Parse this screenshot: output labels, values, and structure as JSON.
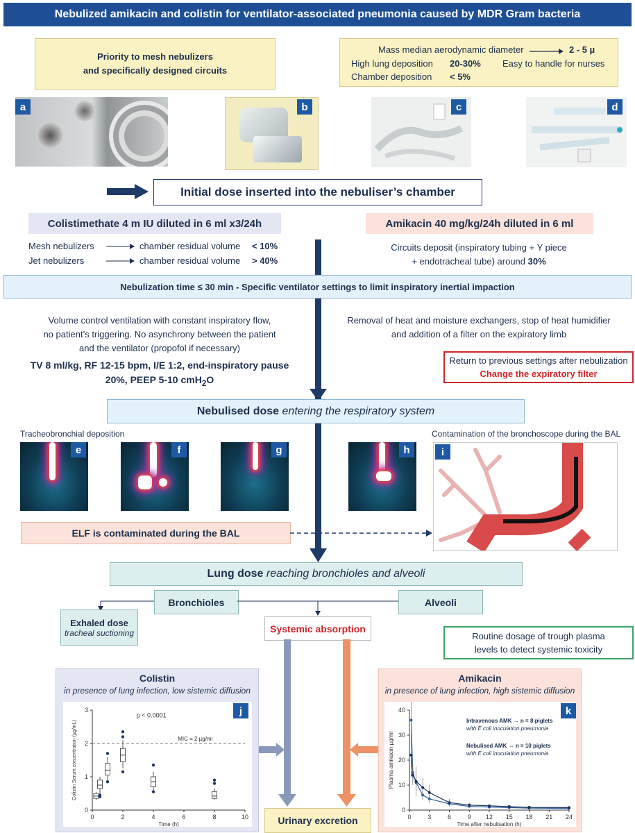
{
  "title": "Nebulized amikacin and colistin for ventilator-associated pneumonia caused by MDR Gram bacteria",
  "priority": {
    "line1": "Priority to mesh nebulizers",
    "line2": "and specifically designed circuits"
  },
  "aero": {
    "mmad_label": "Mass median aerodynamic diameter",
    "mmad_value": "2 - 5 µ",
    "lung_label": "High lung deposition",
    "lung_value": "20-30%",
    "easy": "Easy to handle for nurses",
    "chamber_label": "Chamber deposition",
    "chamber_value": "< 5%"
  },
  "photo_tags": [
    "a",
    "b",
    "c",
    "d"
  ],
  "initial_dose": "Initial dose inserted into the nebuliser’s chamber",
  "colisti": "Colistimethate 4 m IU diluted in 6 ml x3/24h",
  "amikacin_dose": "Amikacin 40 mg/kg/24h diluted in 6 ml",
  "mesh": {
    "label": "Mesh nebulizers",
    "desc": "chamber residual volume",
    "value": "< 10%"
  },
  "jet": {
    "label": "Jet nebulizers",
    "desc": "chamber residual volume",
    "value": "> 40%"
  },
  "circuits": {
    "line1": "Circuits deposit (inspiratory tubing + Y piece",
    "line2_pre": "+ endotracheal tube) around ",
    "line2_value": "30%"
  },
  "neb_time": "Nebulization time ≤ 30 min - Specific ventilator settings to limit inspiratory inertial impaction",
  "volume_control": {
    "line1": "Volume control ventilation with constant inspiratory flow,",
    "line2": "no patient’s triggering. No asynchrony between the patient",
    "line3": "and the ventilator (propofol if necessary)"
  },
  "settings": {
    "line1": "TV 8 ml/kg, RF 12-15 bpm, I/E 1:2, end-inspiratory pause",
    "line2_pre": "20%, PEEP 5-10 cmH",
    "sub": "2",
    "line2_post": "O"
  },
  "removal": {
    "line1": "Removal of heat and moisture exchangers, stop of heat humidifier",
    "line2": "and addition of a filter on the expiratory limb"
  },
  "return_settings": {
    "line1": "Return to previous settings after nebulization",
    "line2": "Change the expiratory filter"
  },
  "nebulised_dose": {
    "bold": "Nebulised dose",
    "italic": "entering the respiratory system"
  },
  "tracheo": "Tracheobronchial deposition",
  "contamination": "Contamination of the bronchoscope during the BAL",
  "scan_tags": [
    "e",
    "f",
    "g",
    "h",
    "i"
  ],
  "elf": "ELF is contaminated during the BAL",
  "lung_dose": {
    "bold": "Lung dose",
    "italic": "reaching bronchioles and alveoli"
  },
  "bronchioles": "Bronchioles",
  "alveoli": "Alveoli",
  "exhaled": {
    "title": "Exhaled dose",
    "sub": "tracheal suctioning"
  },
  "systemic": "Systemic absorption",
  "routine": {
    "line1": "Routine dosage of trough plasma",
    "line2": "levels to detect systemic toxicity"
  },
  "urinary": "Urinary excretion",
  "colistin_panel": {
    "title": "Colistin",
    "sub": "in presence of lung infection, low sistemic diffusion",
    "tag": "j"
  },
  "amikacin_panel": {
    "title": "Amikacin",
    "sub": "in presence of lung infection, high sistemic diffusion",
    "tag": "k"
  },
  "chart_data": [
    {
      "type": "box",
      "title": "",
      "xlabel": "Time (h)",
      "ylabel": "Colistin Serum concentration (µg/mL)",
      "xlim": [
        0,
        10
      ],
      "ylim": [
        0,
        3
      ],
      "x_ticks": [
        0,
        2,
        4,
        6,
        8,
        10
      ],
      "y_ticks": [
        0,
        1,
        2,
        3
      ],
      "annotation": "p < 0.0001",
      "reference_line": {
        "y": 2,
        "label": "MIC = 2 µg/ml"
      },
      "boxes": [
        {
          "x": 0.25,
          "low": 0.3,
          "q1": 0.35,
          "median": 0.42,
          "q3": 0.5,
          "high": 0.55
        },
        {
          "x": 0.5,
          "low": 0.5,
          "q1": 0.65,
          "median": 0.75,
          "q3": 0.9,
          "high": 1.0
        },
        {
          "x": 1,
          "low": 0.9,
          "q1": 1.05,
          "median": 1.2,
          "q3": 1.4,
          "high": 1.6
        },
        {
          "x": 2,
          "low": 1.25,
          "q1": 1.45,
          "median": 1.65,
          "q3": 1.85,
          "high": 2.1
        },
        {
          "x": 4,
          "low": 0.6,
          "q1": 0.7,
          "median": 0.85,
          "q3": 1.0,
          "high": 1.15
        },
        {
          "x": 8,
          "low": 0.3,
          "q1": 0.35,
          "median": 0.42,
          "q3": 0.55,
          "high": 0.65
        }
      ],
      "outliers": [
        {
          "x": 0.5,
          "y": 0.4
        },
        {
          "x": 0.5,
          "y": 0.45
        },
        {
          "x": 1,
          "y": 1.7
        },
        {
          "x": 1,
          "y": 0.85
        },
        {
          "x": 2,
          "y": 2.35
        },
        {
          "x": 2,
          "y": 2.2
        },
        {
          "x": 2,
          "y": 1.15
        },
        {
          "x": 4,
          "y": 1.35
        },
        {
          "x": 4,
          "y": 0.55
        },
        {
          "x": 8,
          "y": 0.9
        },
        {
          "x": 8,
          "y": 0.8
        }
      ]
    },
    {
      "type": "line",
      "title": "",
      "xlabel": "Time after nebulisation (h)",
      "ylabel": "Plasma amikacin µg/ml",
      "xlim": [
        0,
        24
      ],
      "ylim": [
        0,
        40
      ],
      "x_ticks": [
        0,
        3,
        6,
        9,
        12,
        15,
        18,
        21,
        24
      ],
      "y_ticks": [
        0,
        10,
        20,
        30,
        40
      ],
      "series": [
        {
          "name": "Intravenous AMK → n = 8 piglets with E coli inoculation pneumonia",
          "x": [
            0.25,
            0.5,
            1,
            2,
            3,
            6,
            9,
            12,
            15,
            18,
            24
          ],
          "y": [
            36,
            15,
            11,
            6,
            4.5,
            2.5,
            1.5,
            1.2,
            1,
            0.8,
            0.7
          ],
          "err": [
            8,
            4,
            3,
            2,
            1.5,
            1,
            0.5,
            0.5,
            0.4,
            0.3,
            0.3
          ]
        },
        {
          "name": "Nebulised AMK → n = 10 piglets with E coli inoculation pneumonia",
          "x": [
            0.25,
            0.5,
            1,
            2,
            3,
            6,
            9,
            12,
            15,
            18,
            24
          ],
          "y": [
            22,
            14,
            11.5,
            9,
            7,
            3,
            2,
            1.7,
            1.4,
            1.1,
            1.0
          ],
          "err": [
            9,
            4,
            6,
            4,
            3,
            1.5,
            0.8,
            0.6,
            0.5,
            0.4,
            0.4
          ]
        }
      ]
    }
  ]
}
